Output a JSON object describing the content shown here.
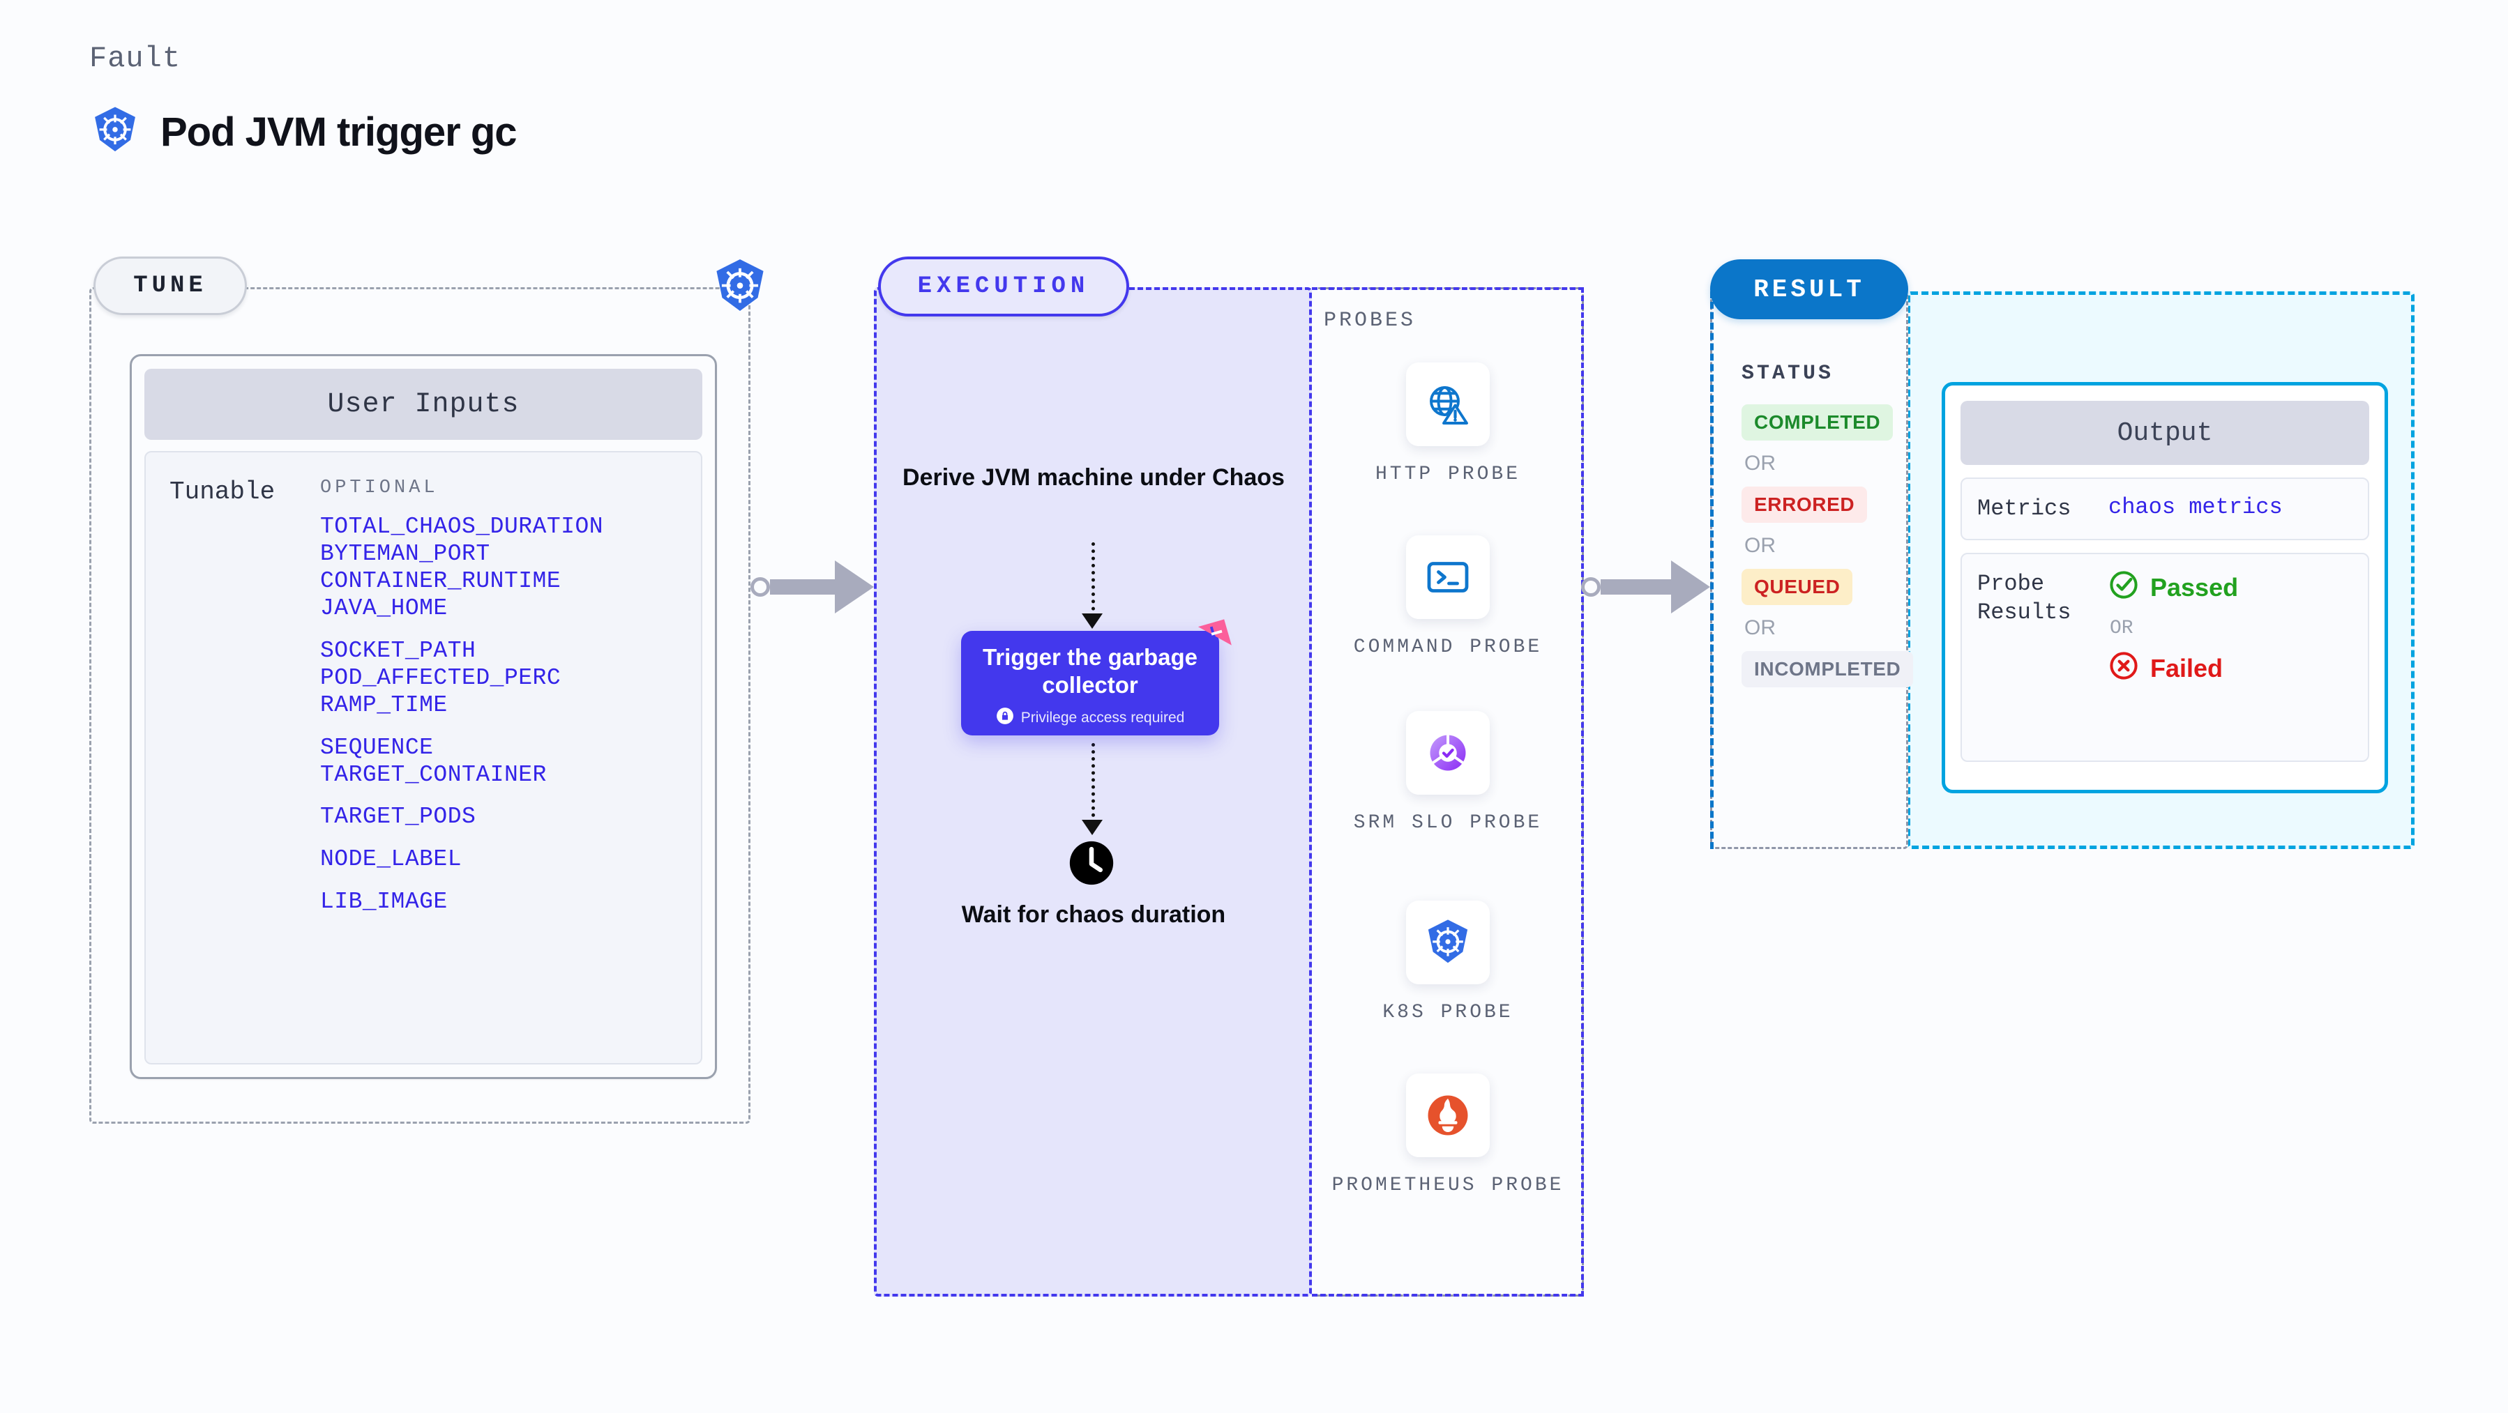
{
  "header": {
    "eyebrow": "Fault",
    "title": "Pod JVM trigger gc",
    "icon": "kubernetes-icon"
  },
  "tune": {
    "pill_label": "TUNE",
    "corner_icon": "kubernetes-icon",
    "card_title": "User Inputs",
    "tunable_label": "Tunable",
    "optional_label": "OPTIONAL",
    "items": [
      {
        "name": "TOTAL_CHAOS_DURATION",
        "gap": false
      },
      {
        "name": "BYTEMAN_PORT",
        "gap": false
      },
      {
        "name": "CONTAINER_RUNTIME",
        "gap": false
      },
      {
        "name": "JAVA_HOME",
        "gap": false
      },
      {
        "name": "SOCKET_PATH",
        "gap": true
      },
      {
        "name": "POD_AFFECTED_PERC",
        "gap": false
      },
      {
        "name": "RAMP_TIME",
        "gap": false
      },
      {
        "name": "SEQUENCE",
        "gap": true
      },
      {
        "name": "TARGET_CONTAINER",
        "gap": false
      },
      {
        "name": "TARGET_PODS",
        "gap": true
      },
      {
        "name": "NODE_LABEL",
        "gap": true
      },
      {
        "name": "LIB_IMAGE",
        "gap": true
      }
    ]
  },
  "execution": {
    "pill_label": "EXECUTION",
    "step1": "Derive JVM machine under Chaos",
    "card": {
      "title": "Trigger the garbage collector",
      "badge_text": "Privilege access required",
      "badge_icon": "lock-icon",
      "flag_icon": "pink-flag-icon",
      "color": "#4338ed"
    },
    "step2_icon": "clock-icon",
    "step2": "Wait for chaos duration"
  },
  "probes": {
    "section_label": "PROBES",
    "items": [
      {
        "label": "HTTP PROBE",
        "icon": "globe-warning-icon"
      },
      {
        "label": "COMMAND PROBE",
        "icon": "terminal-icon"
      },
      {
        "label": "SRM SLO PROBE",
        "icon": "srm-slo-donut-icon"
      },
      {
        "label": "K8S PROBE",
        "icon": "kubernetes-icon"
      },
      {
        "label": "PROMETHEUS PROBE",
        "icon": "prometheus-icon"
      }
    ]
  },
  "result": {
    "pill_label": "RESULT",
    "status_label": "STATUS",
    "or_label": "OR",
    "statuses": [
      {
        "label": "COMPLETED",
        "color": "#1c8a2b",
        "bg": "#dff5e1"
      },
      {
        "label": "ERRORED",
        "color": "#cc2222",
        "bg": "#fdeaea"
      },
      {
        "label": "QUEUED",
        "color": "#cc2222",
        "bg": "#fdeec8"
      },
      {
        "label": "INCOMPLETED",
        "color": "#6e7588",
        "bg": "#f0f1f7"
      }
    ],
    "output": {
      "title": "Output",
      "metrics_key": "Metrics",
      "metrics_value": "chaos metrics",
      "probe_results_key": "Probe Results",
      "passed_label": "Passed",
      "passed_icon": "check-circle-icon",
      "passed_color": "#22a11f",
      "or_label": "OR",
      "failed_label": "Failed",
      "failed_icon": "x-circle-icon",
      "failed_color": "#e01919"
    }
  }
}
